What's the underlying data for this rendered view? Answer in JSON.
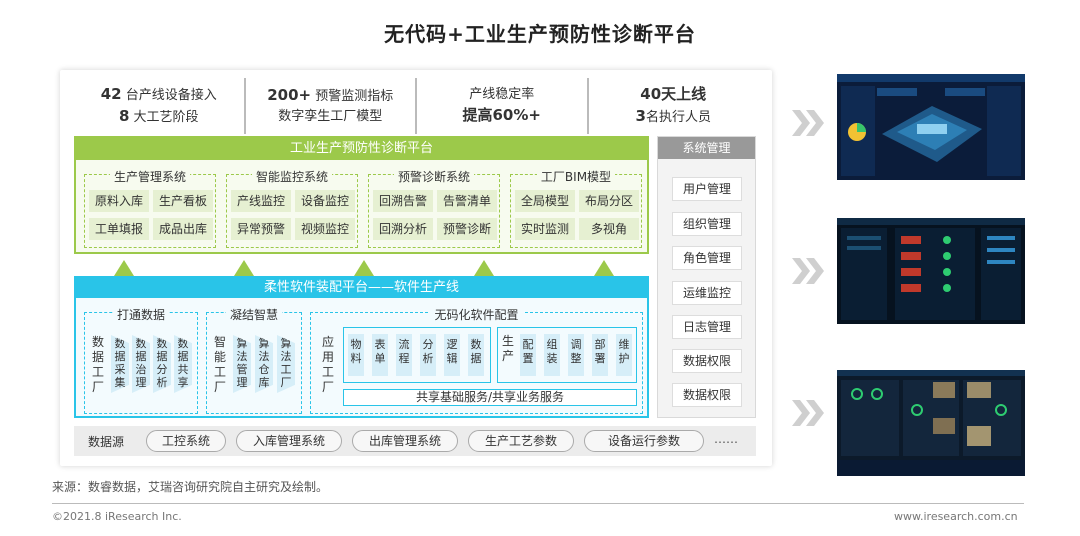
{
  "title": "无代码+工业生产预防性诊断平台",
  "stats": [
    {
      "l1_num": "42",
      "l1_text": " 台产线设备接入",
      "l2_num": "8",
      "l2_text": " 大工艺阶段"
    },
    {
      "l1_num": "200+",
      "l1_text": " 预警监测指标",
      "l2_num": "",
      "l2_text": "数字孪生工厂模型"
    },
    {
      "l1_num": "",
      "l1_text": "产线稳定率",
      "l2_num": "",
      "l2_text": "提高60%+"
    },
    {
      "l1_num": "40",
      "l1_text": "天上线",
      "l2_num": "3",
      "l2_text": "名执行人员"
    }
  ],
  "green_platform": {
    "header": "工业生产预防性诊断平台",
    "systems": [
      {
        "title": "生产管理系统",
        "items": [
          "原料入库",
          "生产看板",
          "工单填报",
          "成品出库"
        ]
      },
      {
        "title": "智能监控系统",
        "items": [
          "产线监控",
          "设备监控",
          "异常预警",
          "视频监控"
        ]
      },
      {
        "title": "预警诊断系统",
        "items": [
          "回溯告警",
          "告警清单",
          "回溯分析",
          "预警诊断"
        ]
      },
      {
        "title": "工厂BIM模型",
        "items": [
          "全局模型",
          "布局分区",
          "实时监测",
          "多视角"
        ]
      }
    ]
  },
  "system_mgmt": {
    "header": "系统管理",
    "items": [
      "用户管理",
      "组织管理",
      "角色管理",
      "运维监控",
      "日志管理",
      "数据权限",
      "数据权限"
    ]
  },
  "cyan_platform": {
    "header": "柔性软件装配平台——软件生产线",
    "sec1": {
      "title": "打通数据",
      "label": "数据工厂",
      "items": [
        "数据采集",
        "数据治理",
        "数据分析",
        "数据共享"
      ]
    },
    "sec2": {
      "title": "凝结智慧",
      "label": "智能工厂",
      "items": [
        "算法管理",
        "算法仓库",
        "算法工厂"
      ]
    },
    "sec3": {
      "title": "无码化软件配置",
      "label": "应用工厂",
      "group1": [
        "物料",
        "表单",
        "流程",
        "分析",
        "逻辑",
        "数据"
      ],
      "group2_label": "生产",
      "group2": [
        "配置",
        "组装",
        "调整",
        "部署",
        "维护"
      ],
      "shared": "共享基础服务/共享业务服务"
    }
  },
  "data_source": {
    "label": "数据源",
    "items": [
      "工控系统",
      "入库管理系统",
      "出库管理系统",
      "生产工艺参数",
      "设备运行参数"
    ],
    "more": "……"
  },
  "source_note": "来源：数睿数据，艾瑞咨询研究院自主研究及绘制。",
  "copyright": "©2021.8 iResearch Inc.",
  "website": "www.iresearch.com.cn",
  "colors": {
    "green": "#9cc94a",
    "cyan": "#29c4e8",
    "gray": "#999999"
  }
}
